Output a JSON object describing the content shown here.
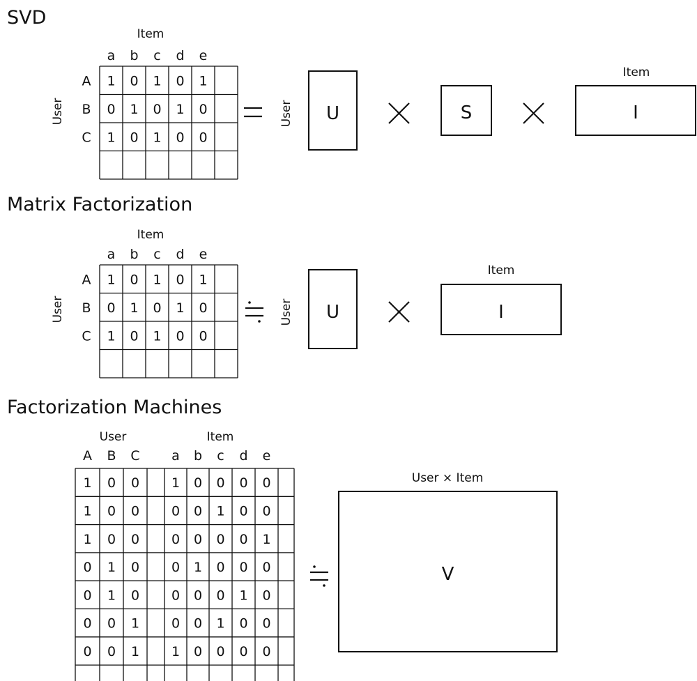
{
  "sections": {
    "svd": {
      "title": "SVD",
      "item_header": "Item",
      "user_label": "User",
      "columns": [
        "a",
        "b",
        "c",
        "d",
        "e"
      ],
      "rows": [
        "A",
        "B",
        "C"
      ],
      "matrix": [
        [
          "1",
          "0",
          "1",
          "0",
          "1"
        ],
        [
          "0",
          "1",
          "0",
          "1",
          "0"
        ],
        [
          "1",
          "0",
          "1",
          "0",
          "0"
        ]
      ],
      "operator": "=",
      "factors": {
        "user_label": "User",
        "u": "U",
        "times": "×",
        "s": "S",
        "item_label": "Item",
        "i": "I"
      }
    },
    "mf": {
      "title": "Matrix Factorization",
      "item_header": "Item",
      "user_label": "User",
      "columns": [
        "a",
        "b",
        "c",
        "d",
        "e"
      ],
      "rows": [
        "A",
        "B",
        "C"
      ],
      "matrix": [
        [
          "1",
          "0",
          "1",
          "0",
          "1"
        ],
        [
          "0",
          "1",
          "0",
          "1",
          "0"
        ],
        [
          "1",
          "0",
          "1",
          "0",
          "0"
        ]
      ],
      "operator": "≒",
      "factors": {
        "user_label": "User",
        "u": "U",
        "times": "×",
        "item_label": "Item",
        "i": "I"
      }
    },
    "fm": {
      "title": "Factorization Machines",
      "user_header": "User",
      "item_header": "Item",
      "user_columns": [
        "A",
        "B",
        "C"
      ],
      "item_columns": [
        "a",
        "b",
        "c",
        "d",
        "e"
      ],
      "user_matrix": [
        [
          "1",
          "0",
          "0"
        ],
        [
          "1",
          "0",
          "0"
        ],
        [
          "1",
          "0",
          "0"
        ],
        [
          "0",
          "1",
          "0"
        ],
        [
          "0",
          "1",
          "0"
        ],
        [
          "0",
          "0",
          "1"
        ],
        [
          "0",
          "0",
          "1"
        ]
      ],
      "item_matrix": [
        [
          "1",
          "0",
          "0",
          "0",
          "0"
        ],
        [
          "0",
          "0",
          "1",
          "0",
          "0"
        ],
        [
          "0",
          "0",
          "0",
          "0",
          "1"
        ],
        [
          "0",
          "1",
          "0",
          "0",
          "0"
        ],
        [
          "0",
          "0",
          "0",
          "1",
          "0"
        ],
        [
          "0",
          "0",
          "1",
          "0",
          "0"
        ],
        [
          "1",
          "0",
          "0",
          "0",
          "0"
        ]
      ],
      "operator": "≒",
      "v_header": "User × Item",
      "v": "V"
    }
  }
}
